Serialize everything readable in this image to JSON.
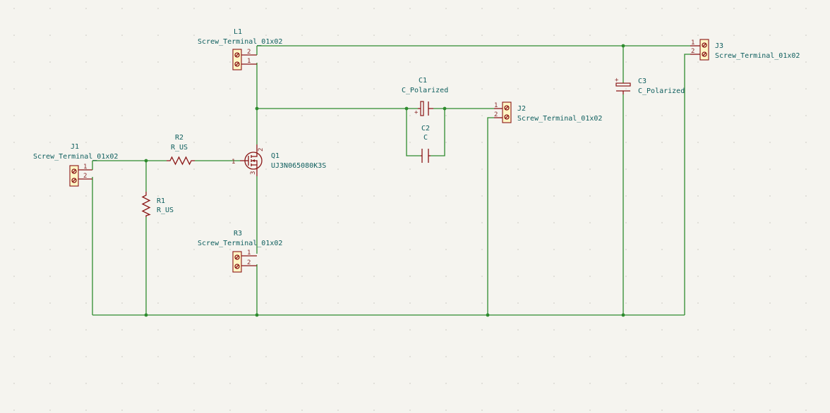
{
  "colors": {
    "background": "#f5f4ef",
    "wire": "#2e8b2e",
    "symbol": "#8a1515",
    "symbol_fill": "#fff6c4",
    "text": "#0e5e5e"
  },
  "components": {
    "L1": {
      "ref": "L1",
      "value": "Screw_Terminal_01x02"
    },
    "J1": {
      "ref": "J1",
      "value": "Screw_Terminal_01x02"
    },
    "J2": {
      "ref": "J2",
      "value": "Screw_Terminal_01x02"
    },
    "J3": {
      "ref": "J3",
      "value": "Screw_Terminal_01x02"
    },
    "R1": {
      "ref": "R1",
      "value": "R_US"
    },
    "R2": {
      "ref": "R2",
      "value": "R_US"
    },
    "R3": {
      "ref": "R3",
      "value": "Screw_Terminal_01x02"
    },
    "Q1": {
      "ref": "Q1",
      "value": "UJ3N065080K3S"
    },
    "C1": {
      "ref": "C1",
      "value": "C_Polarized"
    },
    "C2": {
      "ref": "C2",
      "value": "C"
    },
    "C3": {
      "ref": "C3",
      "value": "C_Polarized"
    }
  },
  "pins": {
    "one": "1",
    "two": "2",
    "three": "3",
    "plus": "+"
  }
}
